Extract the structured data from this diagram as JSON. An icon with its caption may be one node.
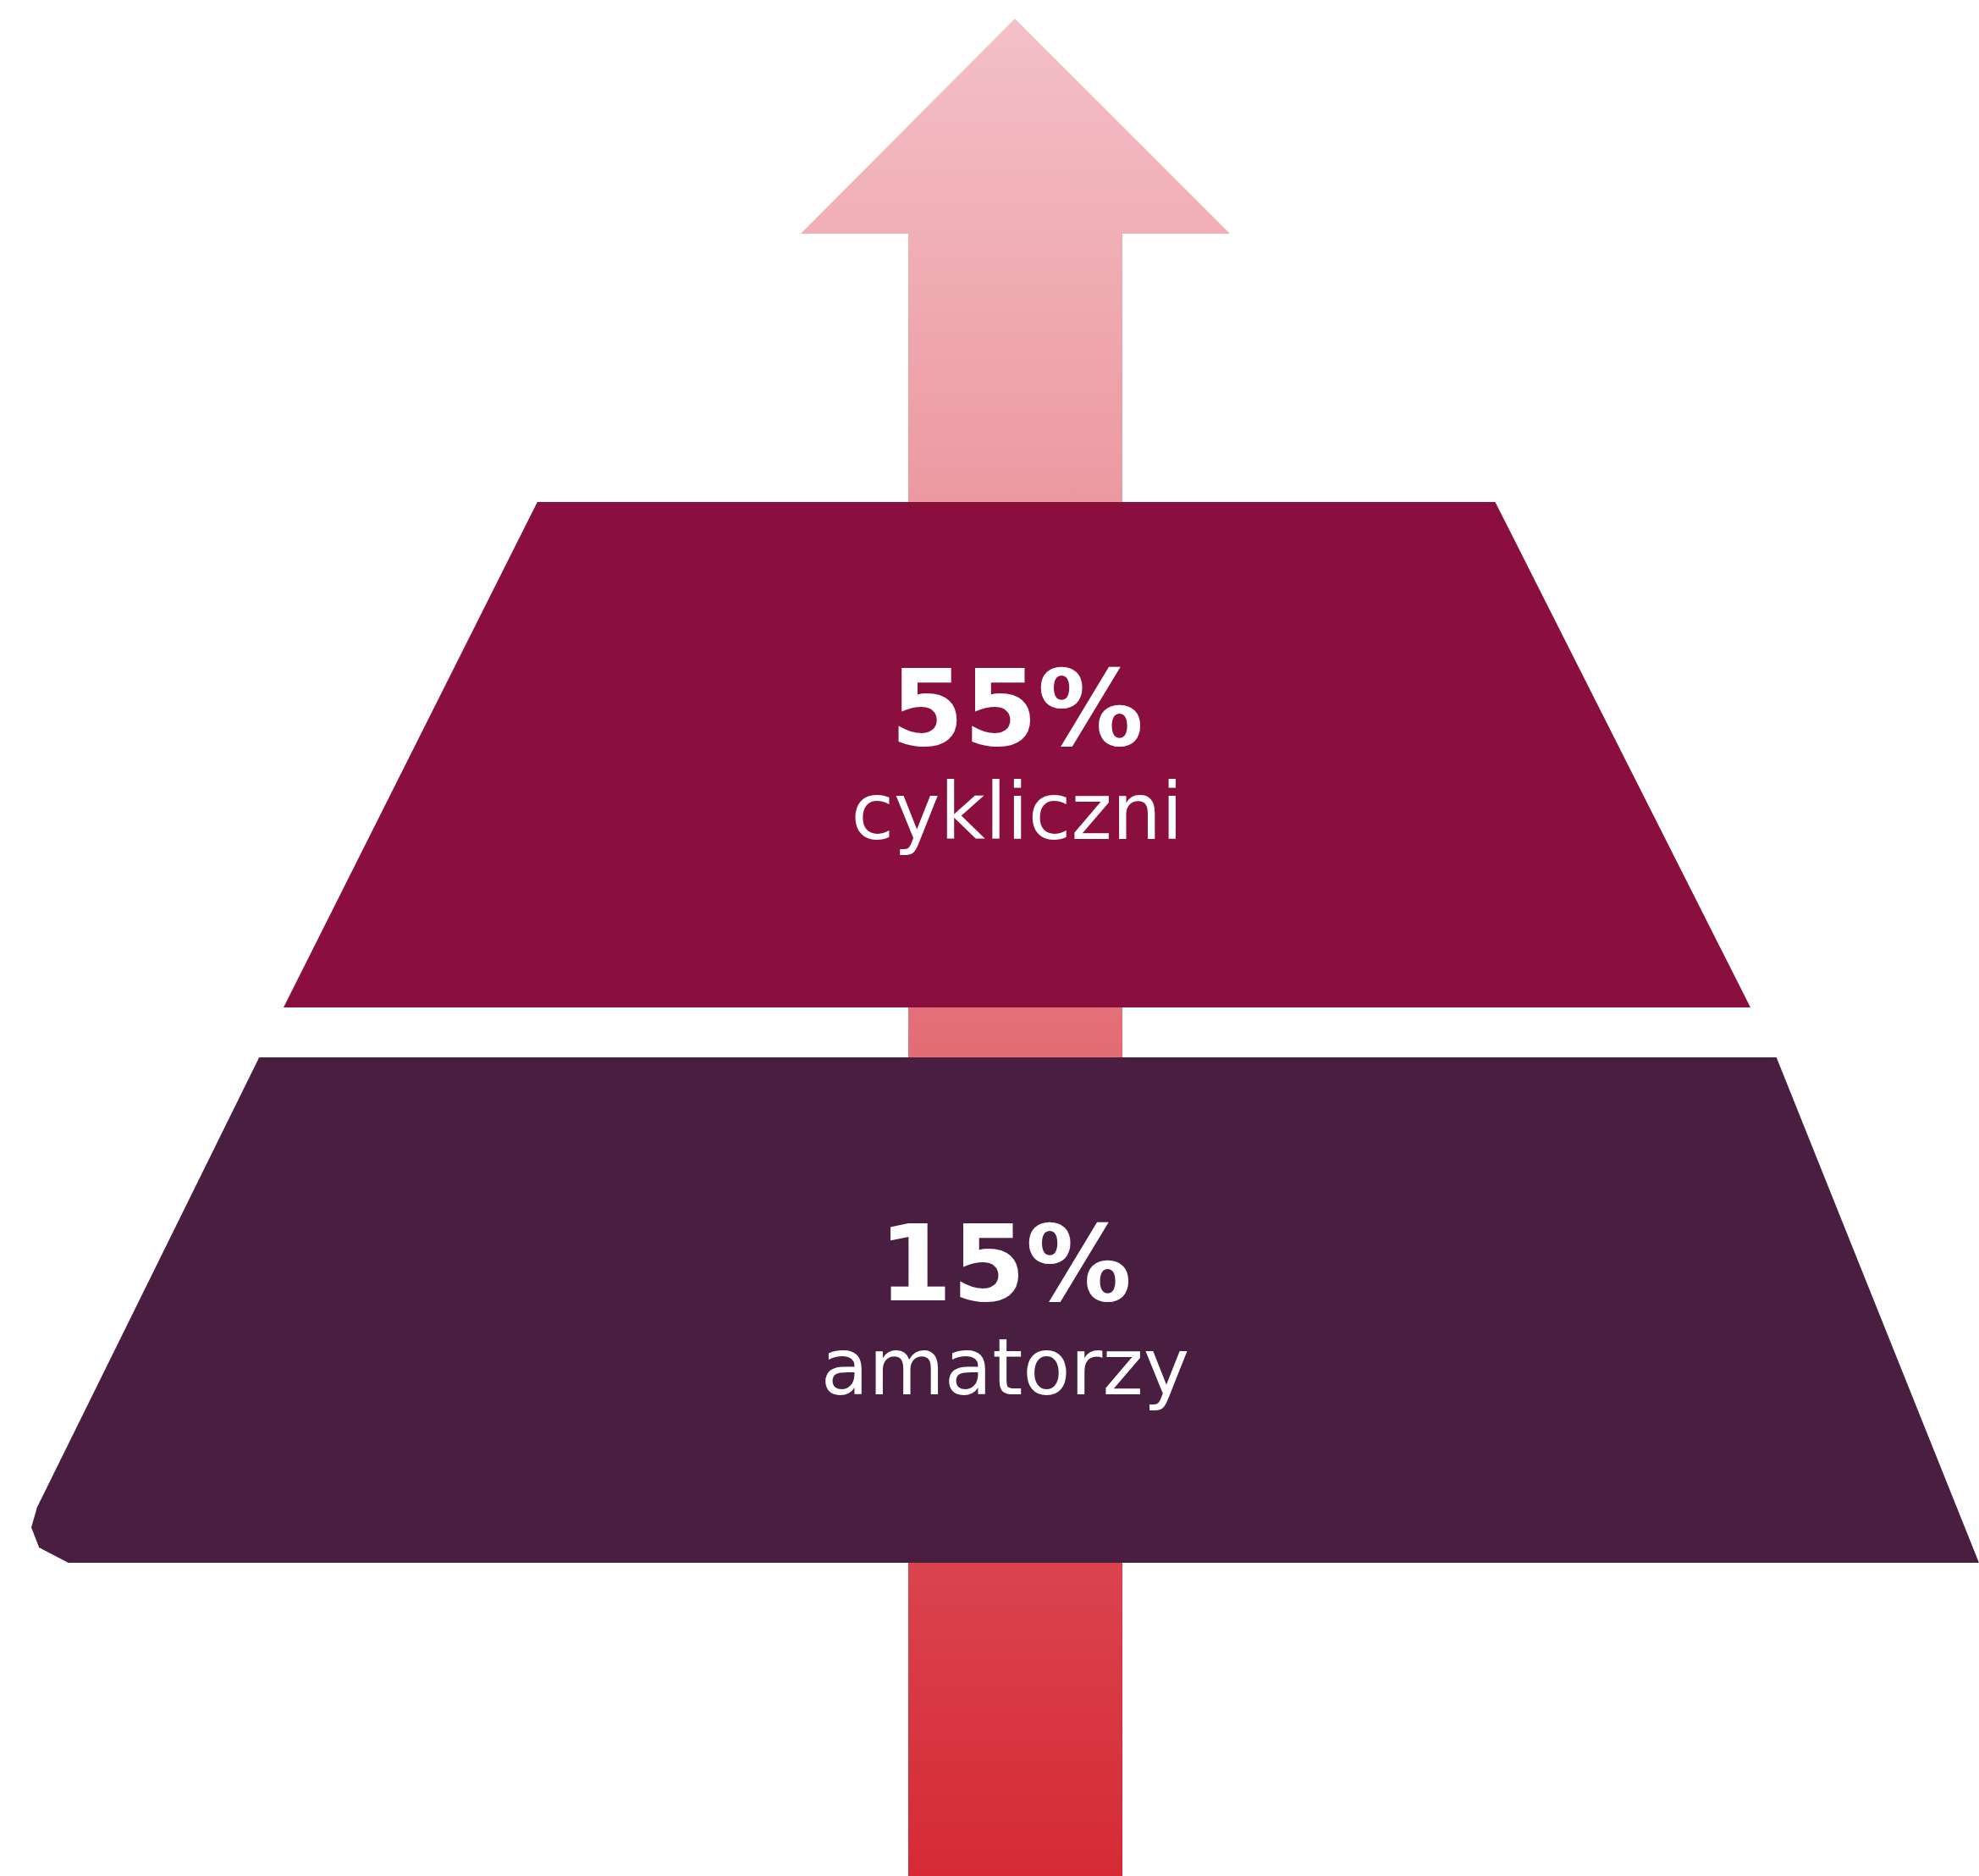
{
  "diagram": {
    "nodes": [
      {
        "text": [
          "55%",
          "cykliczni"
        ]
      },
      {
        "text": [
          "15%",
          "amatorzy"
        ]
      }
    ]
  }
}
